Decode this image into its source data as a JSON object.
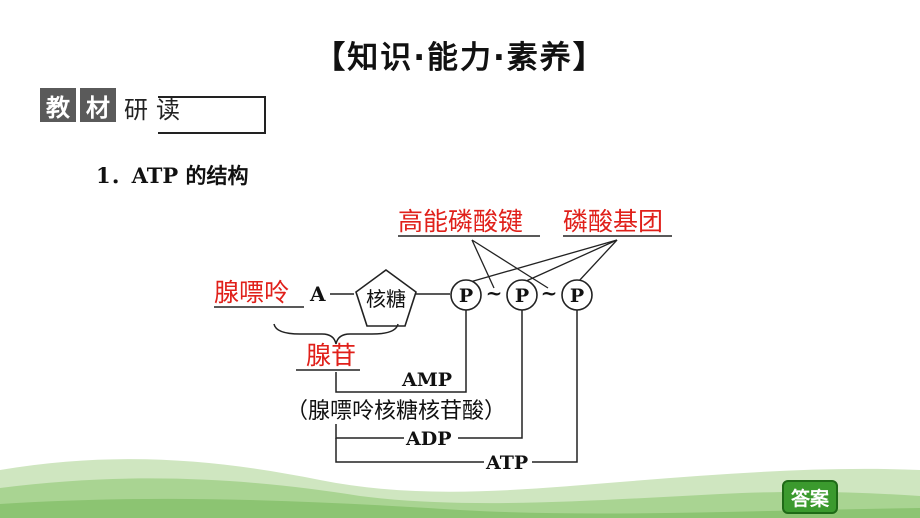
{
  "header": {
    "title": "【知识·能力·素养】"
  },
  "badge": {
    "char1": "教",
    "char2": "材",
    "char3": "研",
    "char4": "读"
  },
  "section": {
    "heading": "1．ATP 的结构"
  },
  "diagram": {
    "label_high_energy_bond": "高能磷酸键",
    "label_phosphate_group": "磷酸基团",
    "label_adenine": "腺嘌呤",
    "letter_a": "A",
    "ribose": "核糖",
    "phosphate": "P",
    "bond_symbol": "~",
    "label_adenosine": "腺苷",
    "amp": "AMP",
    "amp_full_name": "（腺嘌呤核糖核苷酸）",
    "adp": "ADP",
    "atp": "ATP"
  },
  "answer_button": {
    "label": "答案"
  },
  "colors": {
    "answer_red": "#e0201a",
    "green_accent": "#3b9a2e"
  }
}
